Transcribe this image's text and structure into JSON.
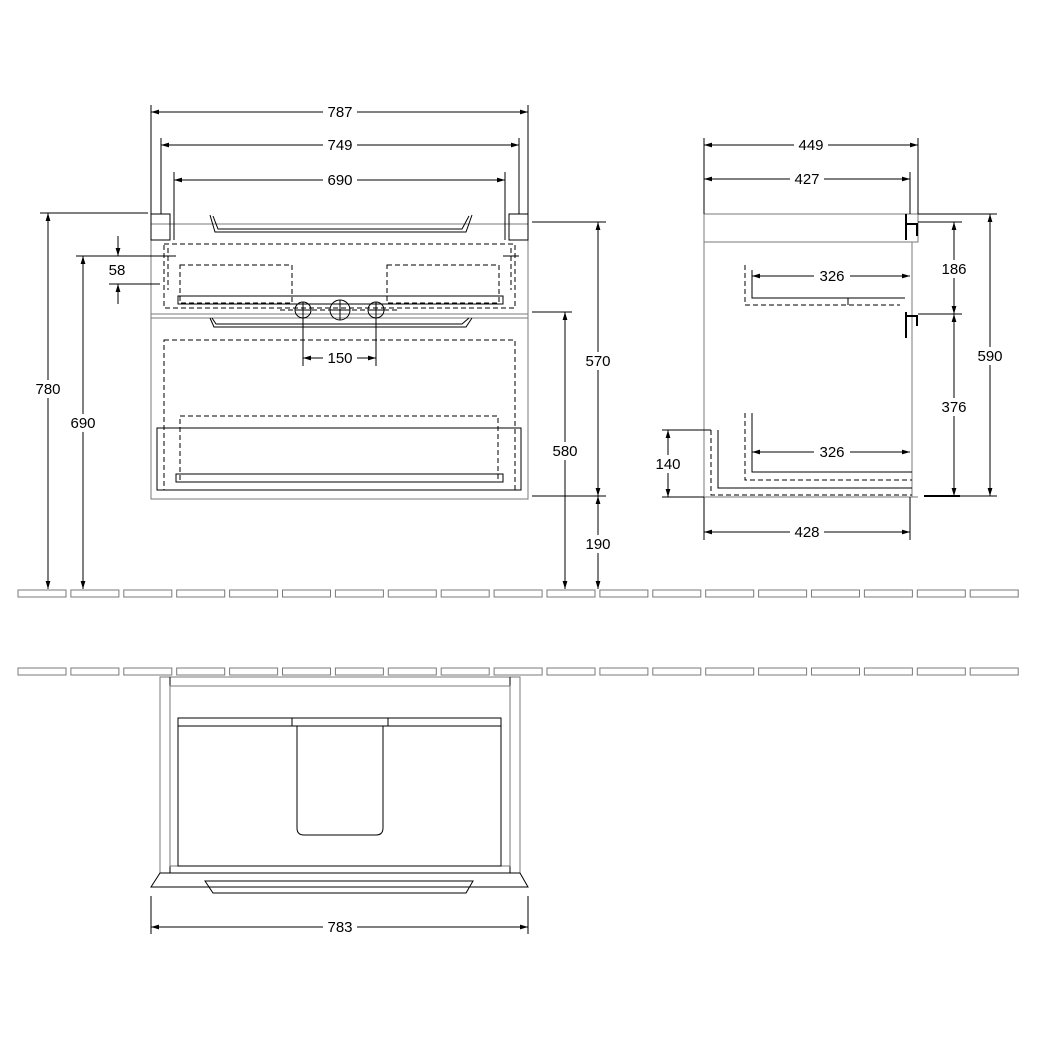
{
  "front_view": {
    "dims": {
      "overall_width": "787",
      "inner_width": "749",
      "top_width": "690",
      "total_height": "780",
      "basin_height": "690",
      "offset_58": "58",
      "pipe_spacing": "150",
      "body_height": "570",
      "drawer_height": "580",
      "floor_gap": "190"
    }
  },
  "side_view": {
    "dims": {
      "depth": "449",
      "inner_depth": "427",
      "drawer_top": "326",
      "drawer_bottom": "326",
      "plinth": "140",
      "base_depth": "428",
      "top_drawer_height": "186",
      "bottom_drawer_height": "376",
      "side_height": "590"
    }
  },
  "plan_view": {
    "dims": {
      "plan_width": "783"
    }
  }
}
